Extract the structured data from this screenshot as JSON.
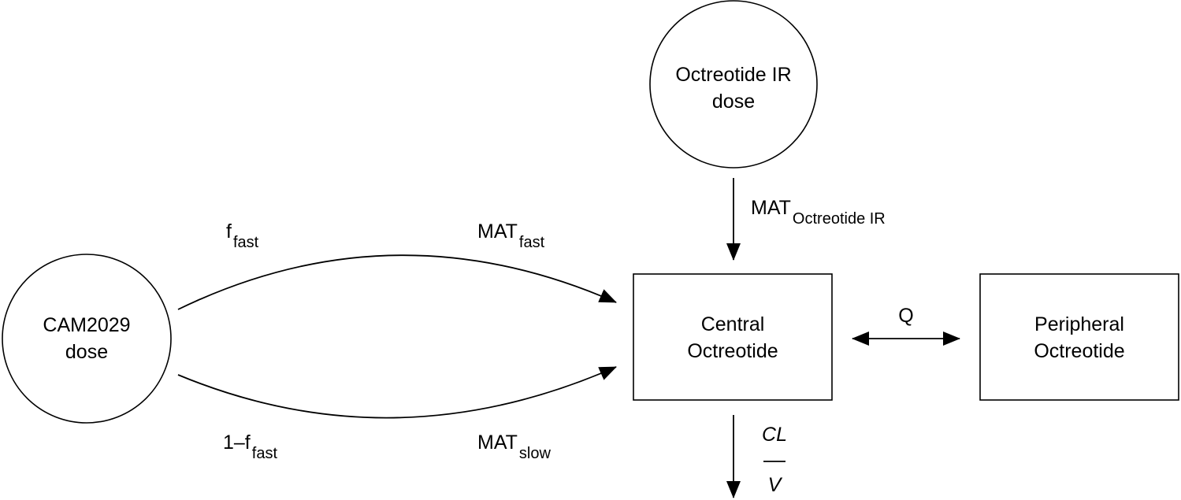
{
  "nodes": {
    "cam_dose": {
      "line1": "CAM2029",
      "line2": "dose"
    },
    "ir_dose": {
      "line1": "Octreotide IR",
      "line2": "dose"
    },
    "central": {
      "line1": "Central",
      "line2": "Octreotide"
    },
    "peripheral": {
      "line1": "Peripheral",
      "line2": "Octreotide"
    }
  },
  "edges": {
    "f_fast": {
      "main": "f",
      "sub": "fast"
    },
    "mat_fast": {
      "main": "MAT",
      "sub": "fast"
    },
    "one_minus_f_fast": {
      "main": "1–f",
      "sub": "fast"
    },
    "mat_slow": {
      "main": "MAT",
      "sub": "slow"
    },
    "mat_ir": {
      "main": "MAT",
      "sub": "Octreotide IR"
    },
    "q": {
      "main": "Q"
    },
    "cl_v": {
      "numerator": "CL",
      "denominator": "V"
    }
  }
}
